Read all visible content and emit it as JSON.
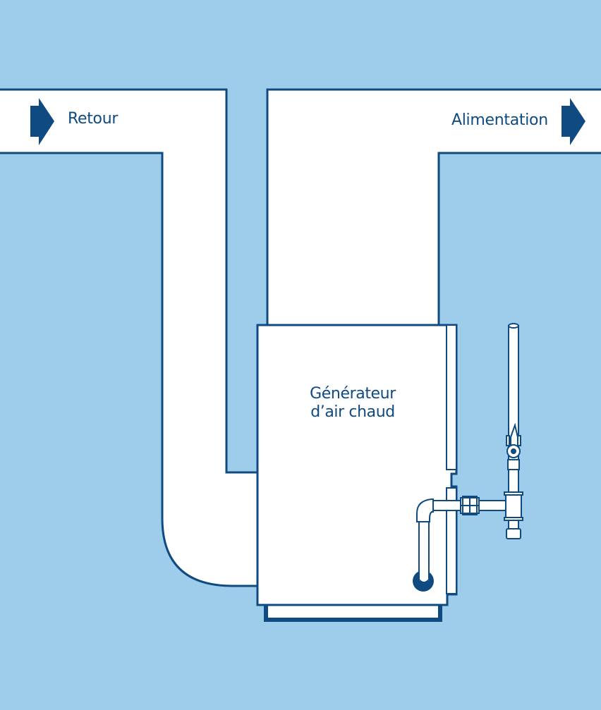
{
  "diagram": {
    "title": "",
    "colors": {
      "background": "#9dcdea",
      "stroke": "#0f4a80",
      "fill": "#ffffff",
      "arrow": "#0f4a80"
    },
    "labels": {
      "return_duct": "Retour",
      "supply_duct": "Alimentation",
      "furnace_line1": "Générateur",
      "furnace_line2": "d’air chaud"
    },
    "components": [
      {
        "id": "return-duct",
        "label": "Retour",
        "flow_direction": "right"
      },
      {
        "id": "supply-duct",
        "label": "Alimentation",
        "flow_direction": "right"
      },
      {
        "id": "furnace",
        "label": "Générateur d’air chaud"
      },
      {
        "id": "gas-pipe",
        "parts": [
          "supply-pipe",
          "shutoff-valve",
          "tee-fitting",
          "drip-leg",
          "union",
          "elbow",
          "burner-inlet"
        ]
      }
    ]
  }
}
